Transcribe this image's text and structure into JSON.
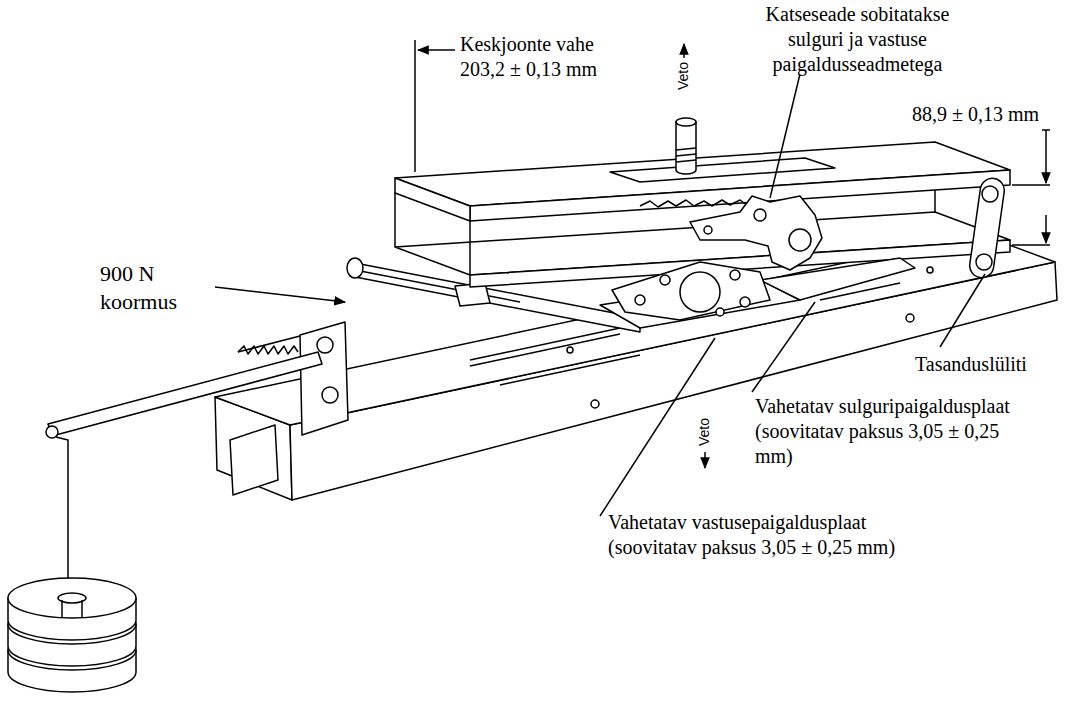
{
  "diagram": {
    "labels": [
      "Katseseade sobitatakse sulguri ja vastuse paigaldusseadmetega",
      "Keskjoonte vahe 203,2 ± 0,13 mm",
      "Veto",
      "88,9 ± 0,13 mm",
      "900 N koormus",
      "Tasanduslüliti",
      "Veto",
      "Vahetatav sulguripaigaldusplaat (soovitatav paksus 3,05 ± 0,25 mm)",
      "Vahetatav vastusepaigaldusplaat (soovitatav paksus 3,05 ± 0,25 mm)"
    ]
  }
}
